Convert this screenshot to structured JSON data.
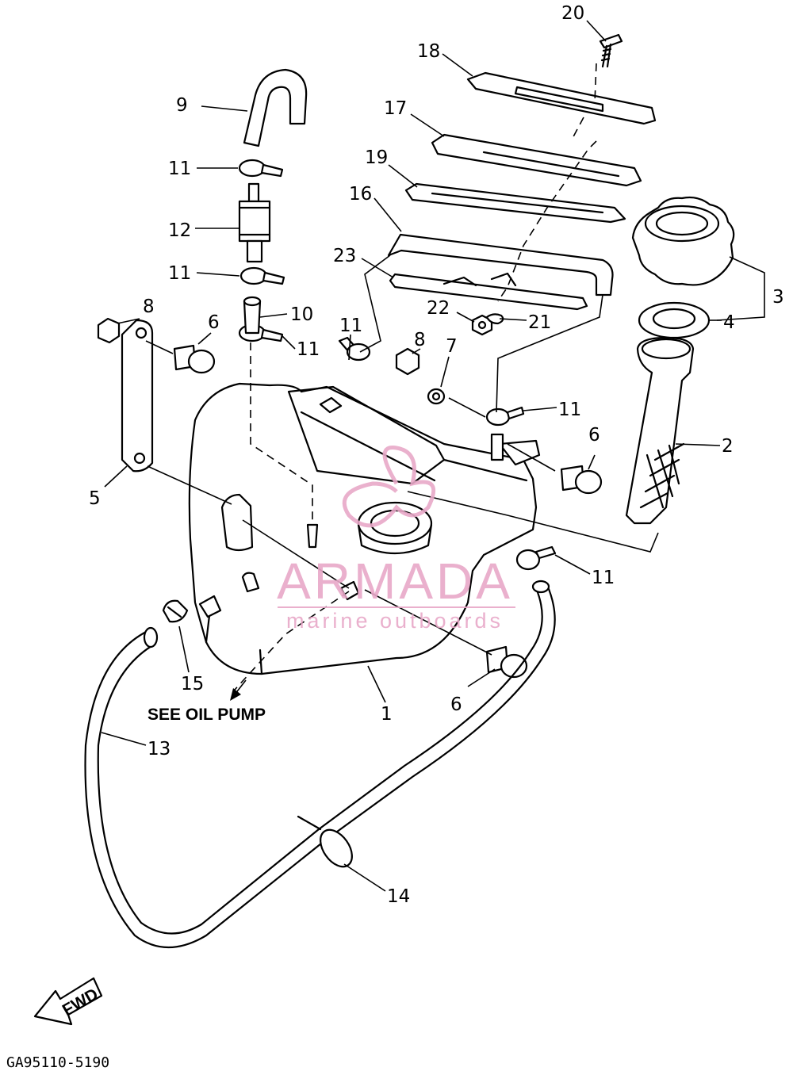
{
  "callouts": [
    "1",
    "2",
    "3",
    "4",
    "5",
    "6",
    "6",
    "6",
    "7",
    "8",
    "8",
    "9",
    "10",
    "11",
    "11",
    "11",
    "11",
    "11",
    "11",
    "12",
    "13",
    "14",
    "15",
    "16",
    "17",
    "18",
    "19",
    "20",
    "21",
    "22",
    "23"
  ],
  "note": "SEE OIL PUMP",
  "fwd": "FWD",
  "drawing_code": "GA95110-5190",
  "watermark": {
    "brand": "ARMADA",
    "tagline": "marine outboards",
    "color": "#e8a8c8"
  }
}
